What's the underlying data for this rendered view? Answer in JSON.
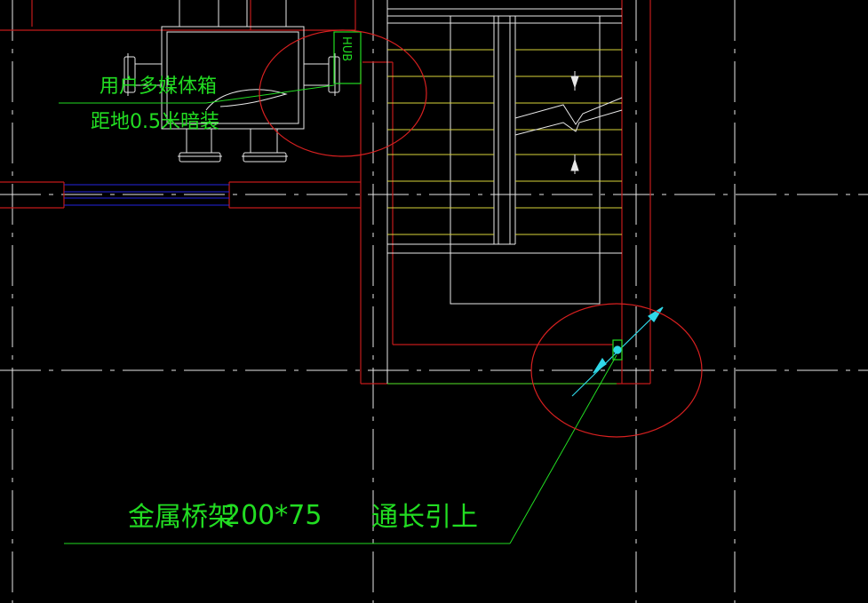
{
  "drawing": {
    "hub_label": "HUB",
    "media_box_label_line1": "用户多媒体箱",
    "media_box_label_line2": "距地0.5米暗装",
    "tray_label_left": "金属桥架",
    "tray_label_size": "200*75",
    "tray_label_right": "通长引上"
  },
  "colors": {
    "background": "#000000",
    "wall": "#c21a1a",
    "annotation": "#22dd22",
    "grid": "#e8e8e8",
    "stair_tread": "#d8d33a",
    "glazing": "#2424e0",
    "riser": "#2fd8e8",
    "highlight_circle": "#d82020"
  }
}
